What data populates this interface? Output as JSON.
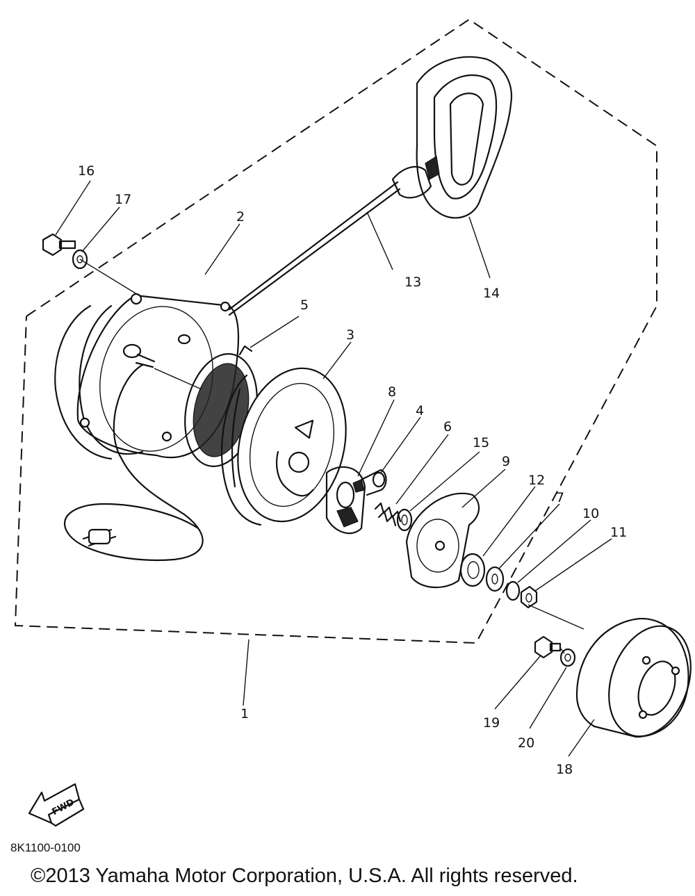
{
  "diagram": {
    "callouts": [
      {
        "id": "c1",
        "label": "1"
      },
      {
        "id": "c2",
        "label": "2"
      },
      {
        "id": "c3",
        "label": "3"
      },
      {
        "id": "c4",
        "label": "4"
      },
      {
        "id": "c5",
        "label": "5"
      },
      {
        "id": "c6",
        "label": "6"
      },
      {
        "id": "c7",
        "label": "7"
      },
      {
        "id": "c8",
        "label": "8"
      },
      {
        "id": "c9",
        "label": "9"
      },
      {
        "id": "c10",
        "label": "10"
      },
      {
        "id": "c11",
        "label": "11"
      },
      {
        "id": "c12",
        "label": "12"
      },
      {
        "id": "c13",
        "label": "13"
      },
      {
        "id": "c14",
        "label": "14"
      },
      {
        "id": "c15",
        "label": "15"
      },
      {
        "id": "c16",
        "label": "16"
      },
      {
        "id": "c17",
        "label": "17"
      },
      {
        "id": "c18",
        "label": "18"
      },
      {
        "id": "c19",
        "label": "19"
      },
      {
        "id": "c20",
        "label": "20"
      }
    ],
    "fwd_label": "FWD"
  },
  "footer": {
    "doc_code": "8K1100-0100",
    "copyright": "©2013 Yamaha Motor Corporation, U.S.A. All rights reserved."
  }
}
